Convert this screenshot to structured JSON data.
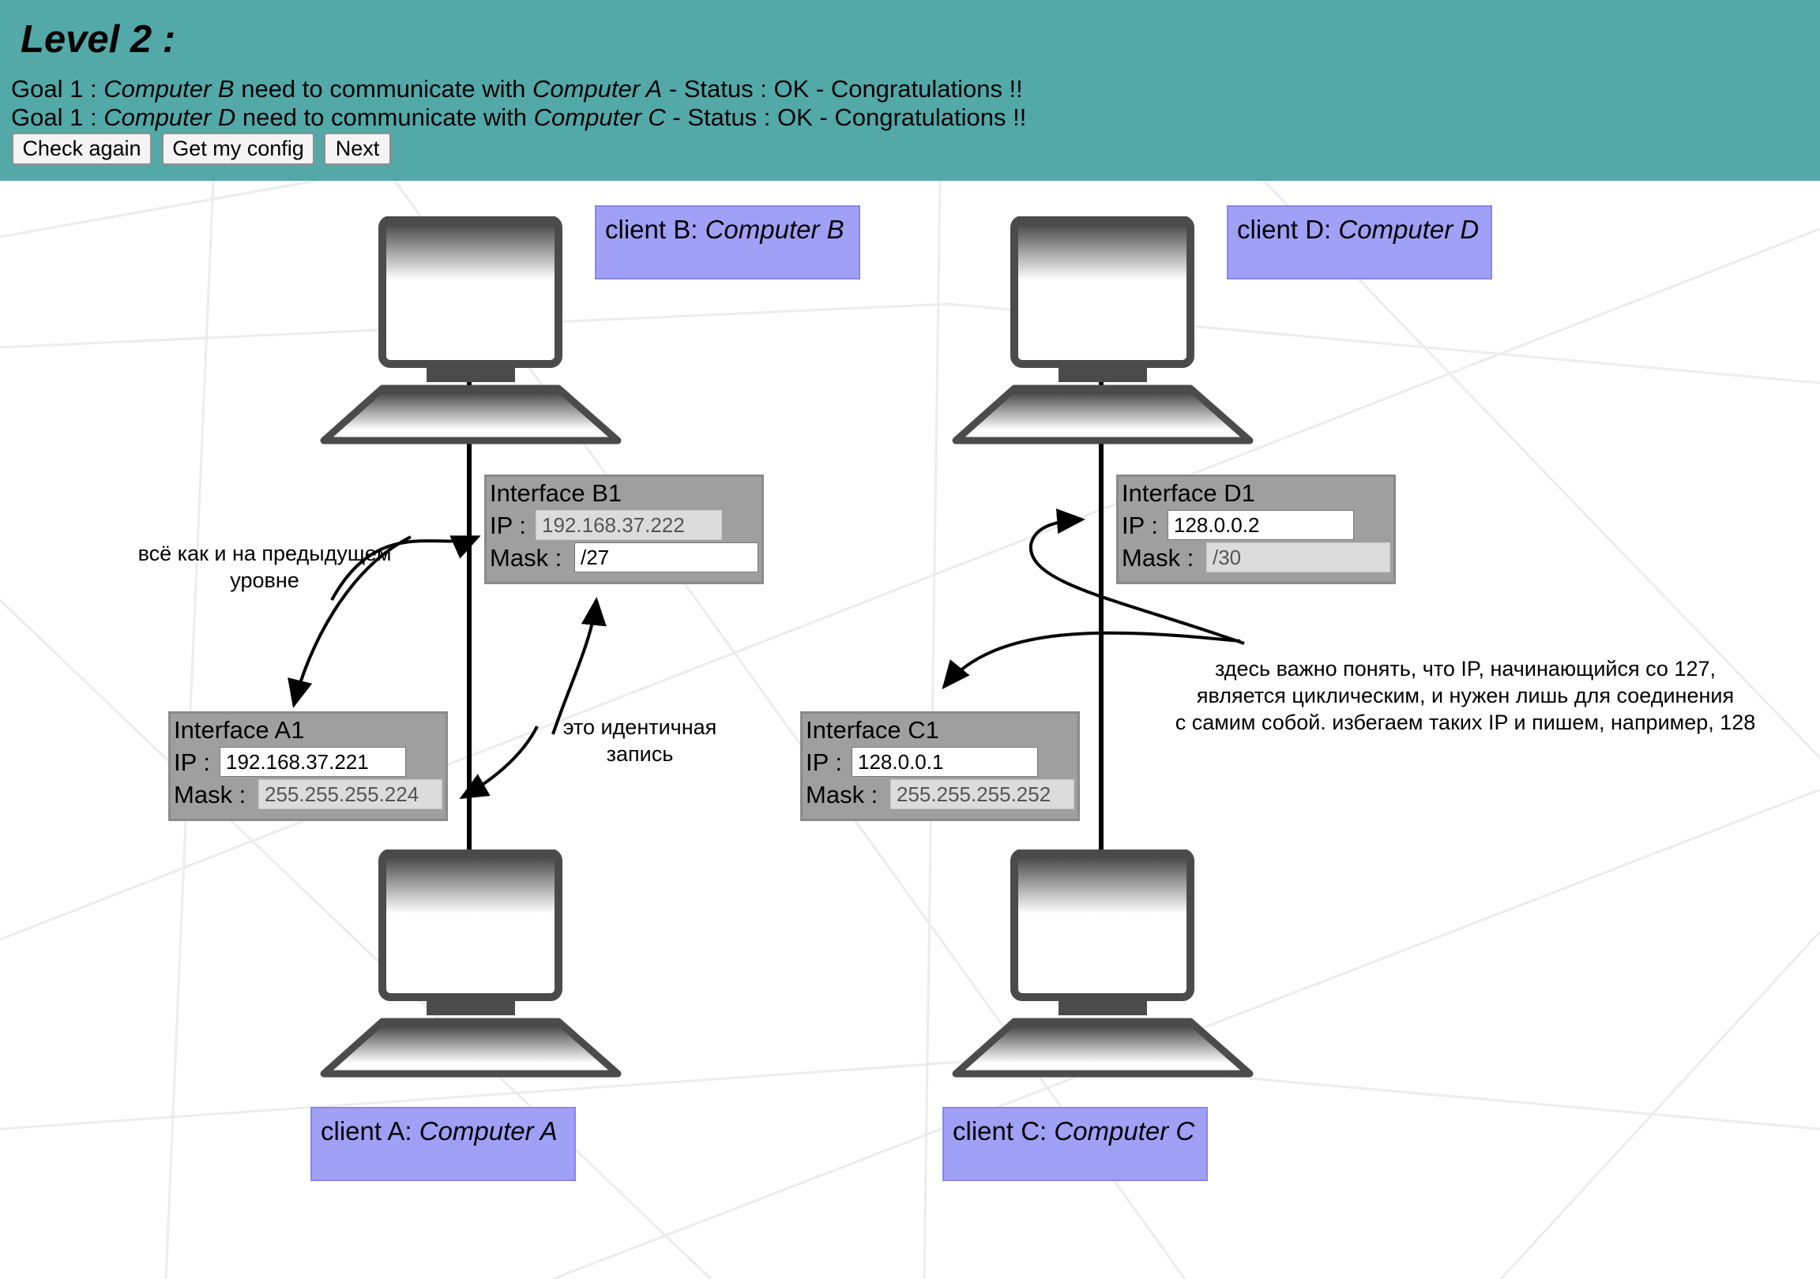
{
  "level_title": "Level 2 :",
  "goals": [
    {
      "prefix": "Goal 1 : ",
      "source": "Computer B",
      "middle": " need to communicate with ",
      "target": "Computer A",
      "status": " - Status : OK - Congratulations !!"
    },
    {
      "prefix": "Goal 1 : ",
      "source": "Computer D",
      "middle": " need to communicate with ",
      "target": "Computer C",
      "status": " - Status : OK - Congratulations !!"
    }
  ],
  "buttons": {
    "check_again": "Check again",
    "get_config": "Get my config",
    "next": "Next"
  },
  "clients": {
    "a": {
      "prefix": "client A: ",
      "name": "Computer A"
    },
    "b": {
      "prefix": "client B: ",
      "name": "Computer B"
    },
    "c": {
      "prefix": "client C: ",
      "name": "Computer C"
    },
    "d": {
      "prefix": "client D: ",
      "name": "Computer D"
    }
  },
  "interfaces": {
    "a1": {
      "title": "Interface A1",
      "ip_label": "IP :",
      "ip": "192.168.37.221",
      "mask_label": "Mask :",
      "mask": "255.255.255.224"
    },
    "b1": {
      "title": "Interface B1",
      "ip_label": "IP :",
      "ip": "192.168.37.222",
      "mask_label": "Mask :",
      "mask": "/27"
    },
    "c1": {
      "title": "Interface C1",
      "ip_label": "IP :",
      "ip": "128.0.0.1",
      "mask_label": "Mask :",
      "mask": "255.255.255.252"
    },
    "d1": {
      "title": "Interface D1",
      "ip_label": "IP :",
      "ip": "128.0.0.2",
      "mask_label": "Mask :",
      "mask": "/30"
    }
  },
  "notes": {
    "prev_level": [
      "всё как и на предыдущем",
      "уровне"
    ],
    "identical": [
      "это идентичная",
      "запись"
    ],
    "loopback": [
      "здесь важно понять, что IP, начинающийся со 127,",
      "является циклическим, и нужен лишь для соединения",
      "с самим собой. избегаем таких IP и пишем, например, 128"
    ]
  }
}
